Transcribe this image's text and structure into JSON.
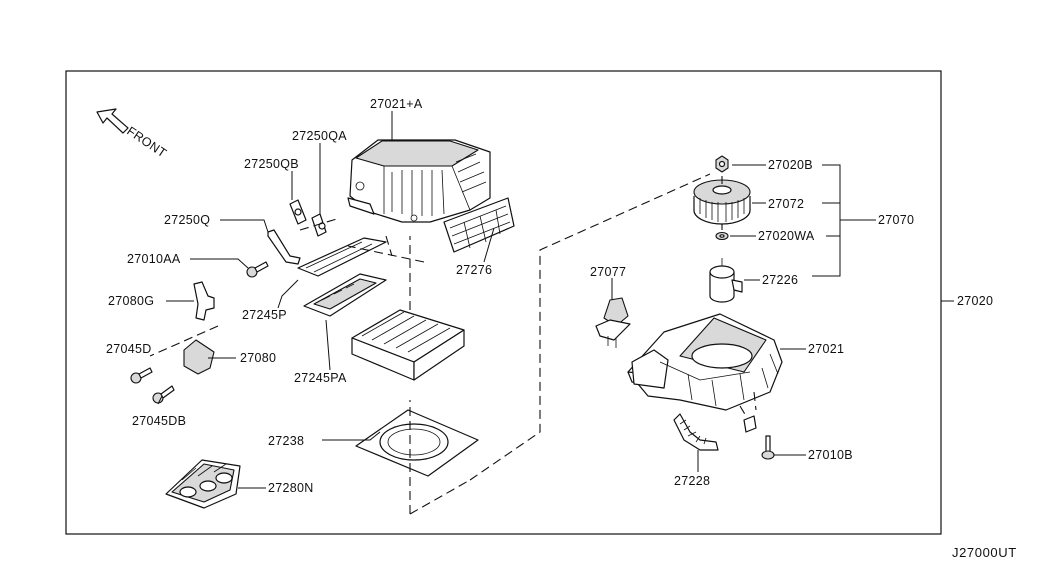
{
  "diagram_code": "J27000UT",
  "front_label": "FRONT",
  "labels": {
    "p27021a": "27021+A",
    "p27250qa": "27250QA",
    "p27250qb": "27250QB",
    "p27250q": "27250Q",
    "p27010aa": "27010AA",
    "p27080g": "27080G",
    "p27245p": "27245P",
    "p27045d": "27045D",
    "p27080": "27080",
    "p27245pa": "27245PA",
    "p27045db": "27045DB",
    "p27238": "27238",
    "p27280n": "27280N",
    "p27276": "27276",
    "p27020b": "27020B",
    "p27072": "27072",
    "p27020wa": "27020WA",
    "p27226": "27226",
    "p27070": "27070",
    "p27077": "27077",
    "p27021": "27021",
    "p27020": "27020",
    "p27010b": "27010B",
    "p27228": "27228"
  }
}
